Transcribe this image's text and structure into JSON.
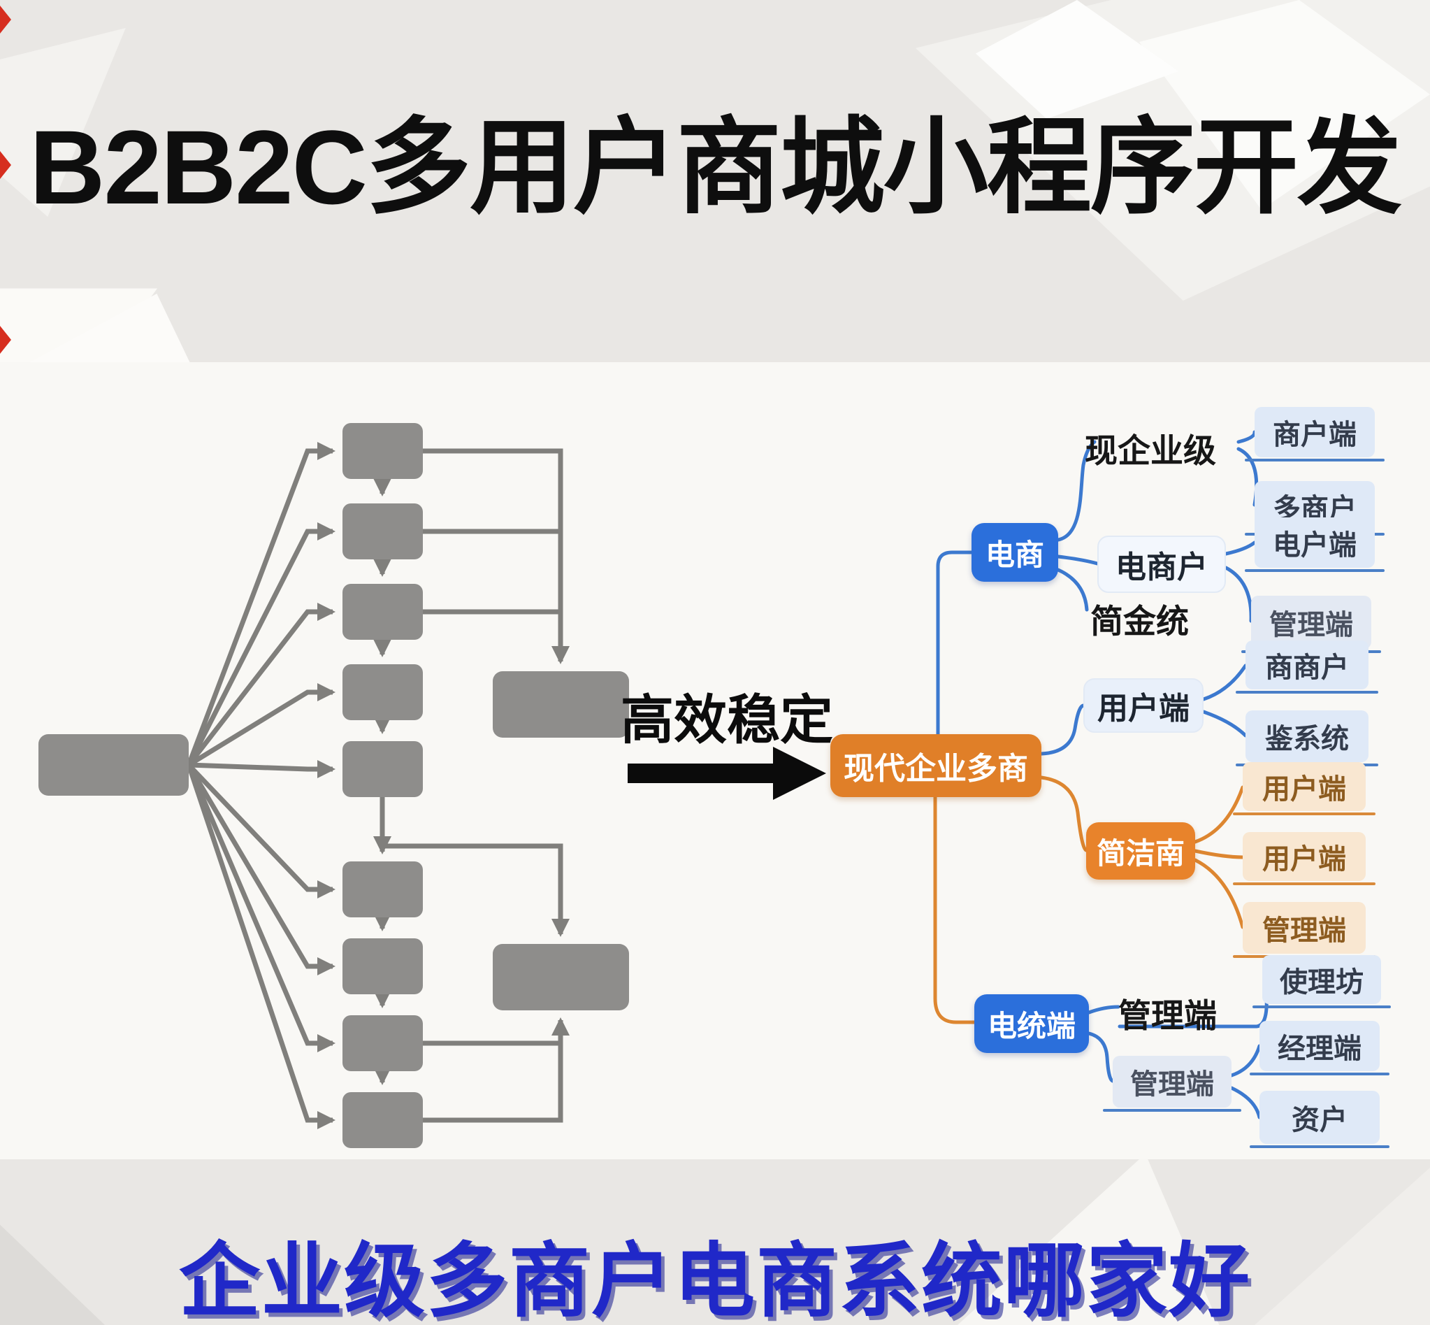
{
  "header": {
    "title": "B2B2C多用户商城小程序开发"
  },
  "footer": {
    "headline": "企业级多商户电商系统哪家好"
  },
  "transition": {
    "label": "高效稳定",
    "arrow": "right-arrow"
  },
  "colors": {
    "accent_orange": "#e07f28",
    "accent_blue": "#2b6fdb",
    "line_blue": "#3c79cf",
    "line_orange": "#dd8630",
    "flowchart_gray": "#8e8d8b",
    "title_black": "#0e0e0e",
    "footer_blue": "#2028c8"
  },
  "flowchart": {
    "description": "generic gray flowchart: one source box fanning out to a vertical chain of nine boxes with two collector boxes on the right",
    "box_count": 12
  },
  "mindmap": {
    "root": "现代企业多商",
    "branch_ecommerce": {
      "node": "电商",
      "group1_label": "现企业级",
      "group1_children": [
        "商户端",
        "多商户"
      ],
      "group2_label": "电商户",
      "group2_children": [
        "电户端",
        "管理端"
      ],
      "group3_label": "简金统"
    },
    "branch_user": {
      "node": "用户端",
      "children": [
        "商商户",
        "鉴系统"
      ]
    },
    "branch_simple": {
      "node": "简洁南",
      "children": [
        "用户端",
        "用户端",
        "管理端"
      ]
    },
    "branch_system": {
      "node": "电统端",
      "group1_label": "管理端",
      "group1_children": [
        "使理坊"
      ],
      "group2_label": "管理端",
      "group2_children": [
        "经理端",
        "资户"
      ]
    }
  }
}
